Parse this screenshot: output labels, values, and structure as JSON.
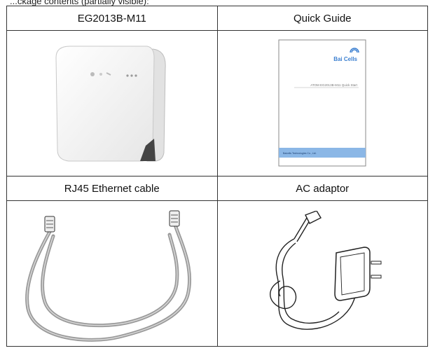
{
  "intro_text": "...ckage contents (partially visible):",
  "table": {
    "cells": [
      {
        "label": "EG2013B-M11",
        "image_icon": "router-device-image"
      },
      {
        "label": "Quick Guide",
        "image_icon": "quick-guide-booklet-image"
      },
      {
        "label": "RJ45 Ethernet cable",
        "image_icon": "ethernet-cable-image"
      },
      {
        "label": "AC adaptor",
        "image_icon": "ac-adaptor-image"
      }
    ]
  },
  "guide": {
    "brand": "Bai Cells",
    "title": "ATOM EG2013B-M11 Quick Start",
    "footer": "Baicells Technologies Co., Ltd."
  },
  "colors": {
    "guide_blue": "#3b7fd0",
    "guide_band": "#8bb7e6",
    "line": "#333333"
  }
}
